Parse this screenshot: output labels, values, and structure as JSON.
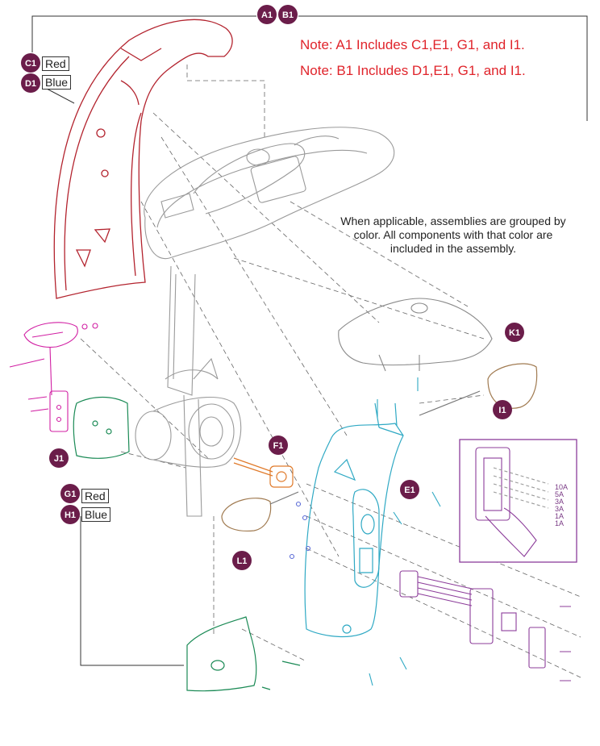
{
  "notes": {
    "a1": "Note: A1 Includes C1,E1, G1, and I1.",
    "b1": "Note: B1 Includes D1,E1, G1, and I1."
  },
  "info_text": "When applicable, assemblies are grouped by color. All components with that color are included in the assembly.",
  "callouts": {
    "a1": "A1",
    "b1": "B1",
    "c1": "C1",
    "d1": "D1",
    "e1": "E1",
    "f1": "F1",
    "g1": "G1",
    "h1": "H1",
    "i1": "I1",
    "j1": "J1",
    "k1": "K1",
    "l1": "L1"
  },
  "legend": {
    "c1_color": "Red",
    "d1_color": "Blue",
    "g1_color": "Red",
    "h1_color": "Blue"
  },
  "fuse_labels": [
    "10A",
    "5A",
    "3A",
    "3A",
    "1A",
    "1A"
  ],
  "colors": {
    "callout": "#6b1d4a",
    "note_red": "#e0242b",
    "shroud_red": "#b3232e",
    "cyan": "#2fa9c4",
    "green": "#1a8a55",
    "magenta": "#d11fa3",
    "purple": "#8c3d9a",
    "orange": "#e07a2a"
  }
}
